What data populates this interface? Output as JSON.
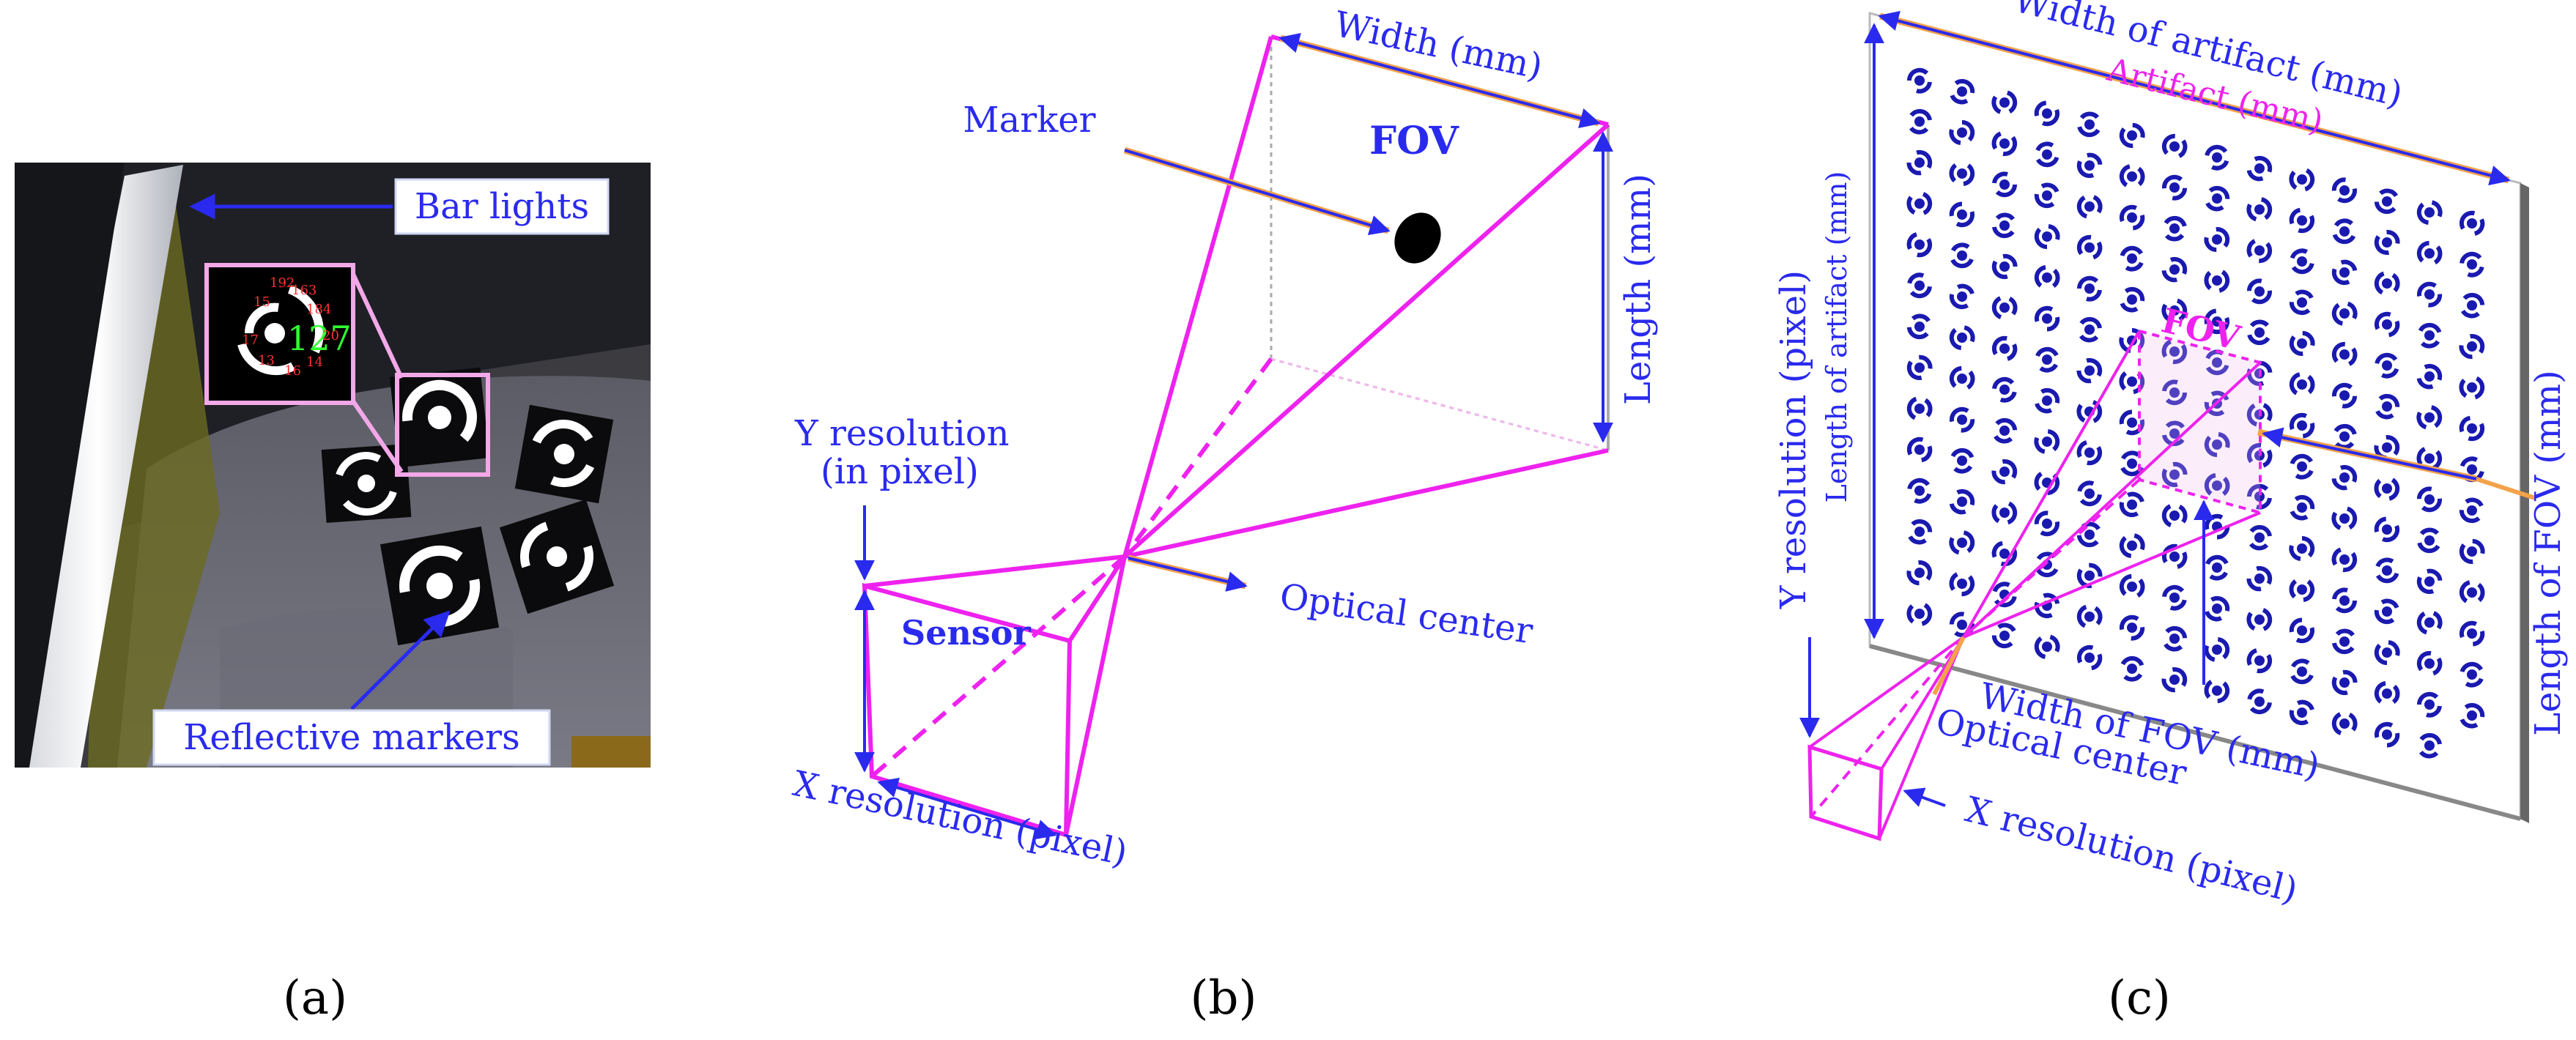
{
  "panel_a": {
    "bar_lights_label": "Bar lights",
    "reflective_markers_label": "Reflective markers",
    "inset_id": "127",
    "inset_numbers": [
      "192",
      "163",
      "184",
      "15",
      "17",
      "13",
      "16",
      "14",
      "20"
    ],
    "caption": "(a)"
  },
  "panel_b": {
    "width_label": "Width (mm)",
    "fov_label": "FOV",
    "marker_label": "Marker",
    "length_label": "Length (mm)",
    "y_resolution_label_1": "Y resolution",
    "y_resolution_label_2": "(in pixel)",
    "sensor_label": "Sensor",
    "optical_center_label": "Optical center",
    "x_resolution_label": "X resolution (pixel)",
    "caption": "(b)"
  },
  "panel_c": {
    "width_artifact_label": "Width of artifact (mm)",
    "artifact_label": "Artifact (mm)",
    "length_artifact_label": "Length of artifact (mm)",
    "y_resolution_label": "Y resolution (pixel)",
    "fov_label": "FOV",
    "length_fov_label": "Length of FOV (mm)",
    "width_fov_label": "Width of FOV (mm)",
    "optical_center_label": "Optical center",
    "x_resolution_label": "X resolution (pixel)",
    "caption": "(c)"
  },
  "colors": {
    "label_blue": "#2a2aee",
    "magenta": "#ee22ee",
    "orange_accent": "#f4a24a",
    "dot_blue": "#1a1ab0"
  }
}
